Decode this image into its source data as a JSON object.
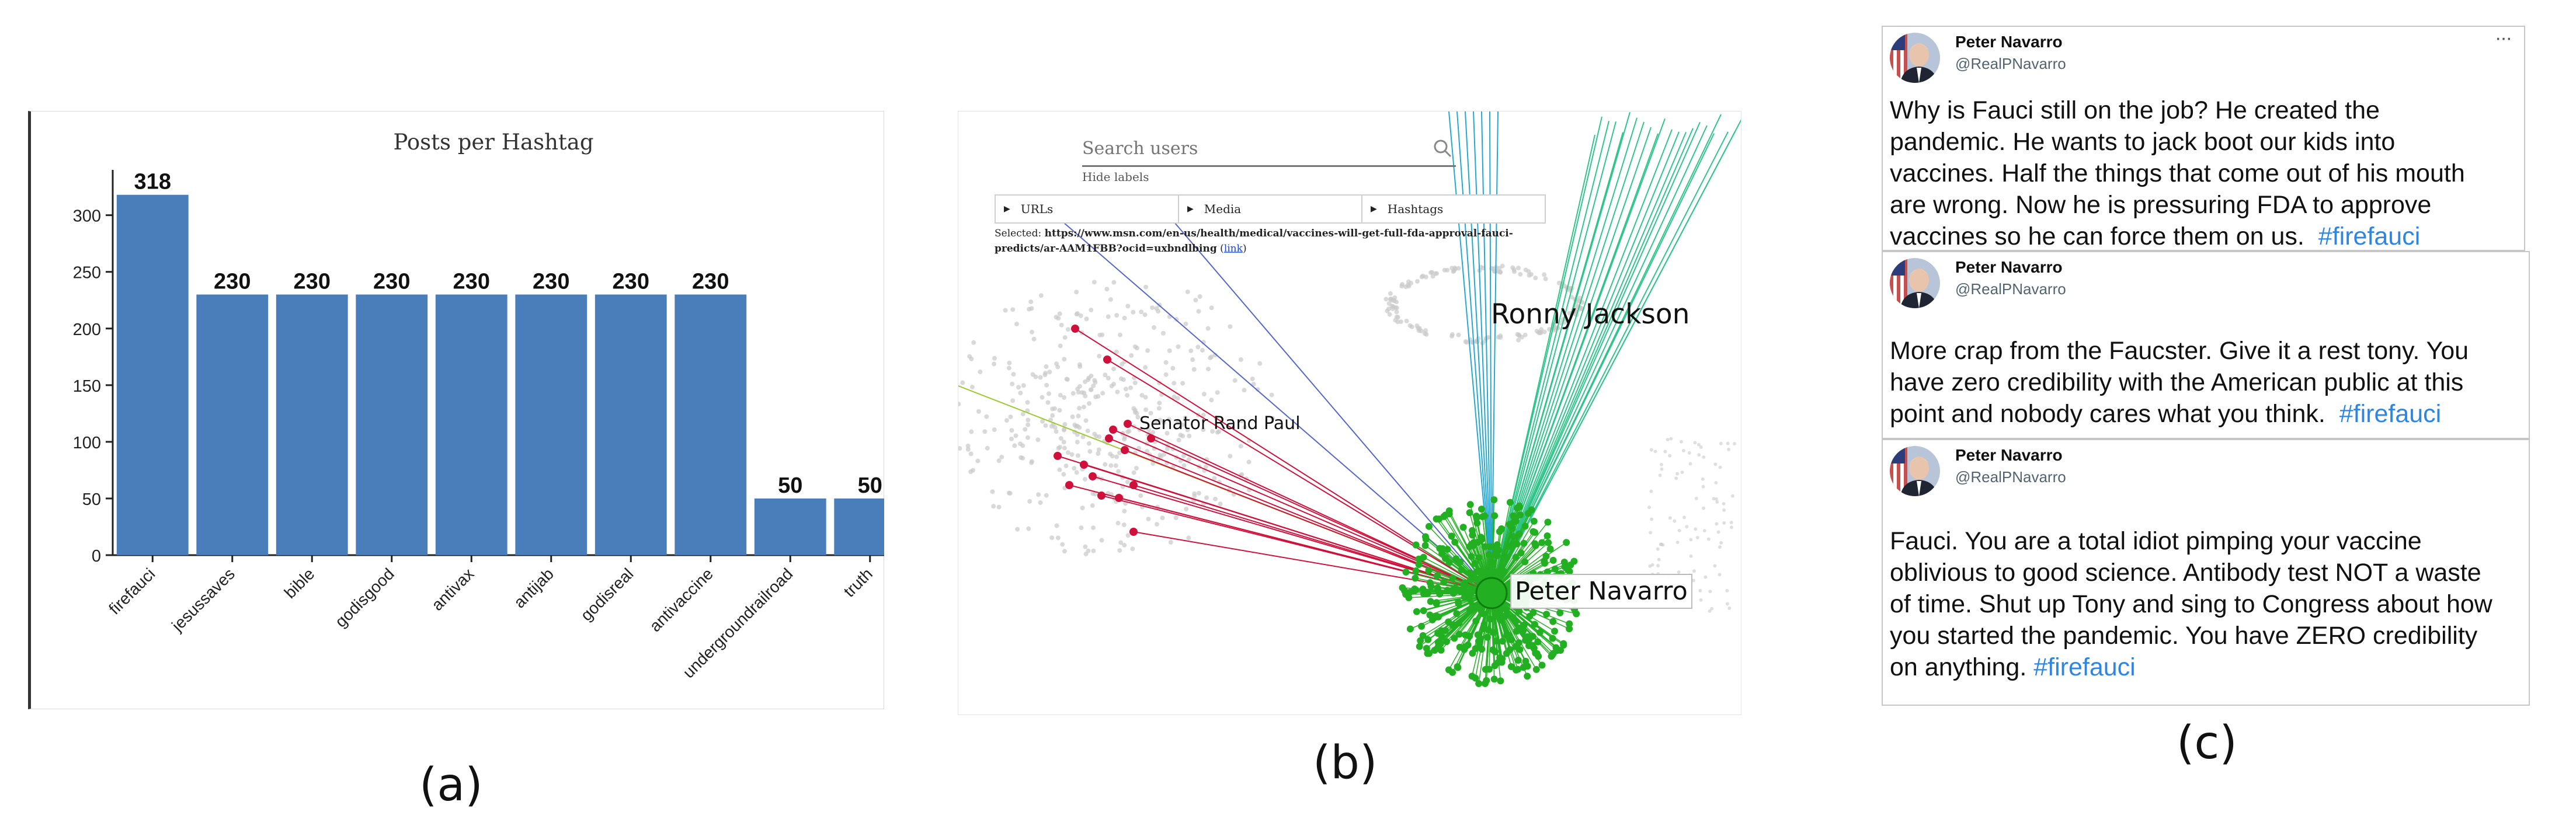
{
  "captions": {
    "a": "(a)",
    "b": "(b)",
    "c": "(c)"
  },
  "chart_data": {
    "type": "bar",
    "title": "Posts per Hashtag",
    "xlabel": "",
    "ylabel": "",
    "categories": [
      "firefauci",
      "jesussaves",
      "bible",
      "godisgood",
      "antivax",
      "antijab",
      "godisreal",
      "antivaccine",
      "undergroundrailroad",
      "truth"
    ],
    "values": [
      318,
      230,
      230,
      230,
      230,
      230,
      230,
      230,
      50,
      50
    ],
    "data_labels": [
      "318",
      "230",
      "230",
      "230",
      "230",
      "230",
      "230",
      "230",
      "50",
      "50"
    ],
    "y_ticks": [
      0,
      50,
      100,
      150,
      200,
      250,
      300
    ],
    "ylim": [
      0,
      340
    ],
    "grid": false,
    "bar_color": "#4a7ebb"
  },
  "network": {
    "search_placeholder": "Search users",
    "hide_labels": "Hide labels",
    "tabs": [
      "URLs",
      "Media",
      "Hashtags"
    ],
    "selected_prefix": "Selected:",
    "selected_url": "https://www.msn.com/en-us/health/medical/vaccines-will-get-full-fda-approval-fauci-predicts/ar-AAM1FBB?ocid=uxbndlbing",
    "link_text": "link",
    "labels": {
      "ronny": "Ronny Jackson",
      "rand": "Senator Rand Paul",
      "navarro": "Peter Navarro"
    },
    "colors": {
      "green": "#22b022",
      "red": "#d0103a",
      "cyan": "#25a8d0",
      "teal": "#2fc48a",
      "blue": "#5566c8",
      "lime": "#9cc830",
      "gray": "#c9c9c9"
    }
  },
  "tweets": [
    {
      "name": "Peter Navarro",
      "handle": "@RealPNavarro",
      "more": "···",
      "lines": [
        "Why is Fauci still on the job?  He created the",
        "pandemic.  He wants to jack boot our kids into",
        "vaccines.  Half the things that come out of his mouth",
        "are wrong.  Now he is pressuring FDA to approve"
      ],
      "last_line": "vaccines so he can force them on us.",
      "hashtag": "#firefauci"
    },
    {
      "name": "Peter Navarro",
      "handle": "@RealPNavarro",
      "lines": [
        "More crap from the Faucster.  Give it a rest tony.  You",
        "have zero credibility with the American public at this"
      ],
      "last_line": "point and nobody cares what you think.",
      "hashtag": "#firefauci"
    },
    {
      "name": "Peter Navarro",
      "handle": "@RealPNavarro",
      "lines": [
        "Fauci.  You are a total idiot pimping your vaccine",
        "oblivious to good science.  Antibody test NOT a waste",
        "of time. Shut up Tony and sing to Congress about how",
        "you started the pandemic.  You have ZERO credibility"
      ],
      "last_line": "on anything.",
      "hashtag": "#firefauci"
    }
  ]
}
